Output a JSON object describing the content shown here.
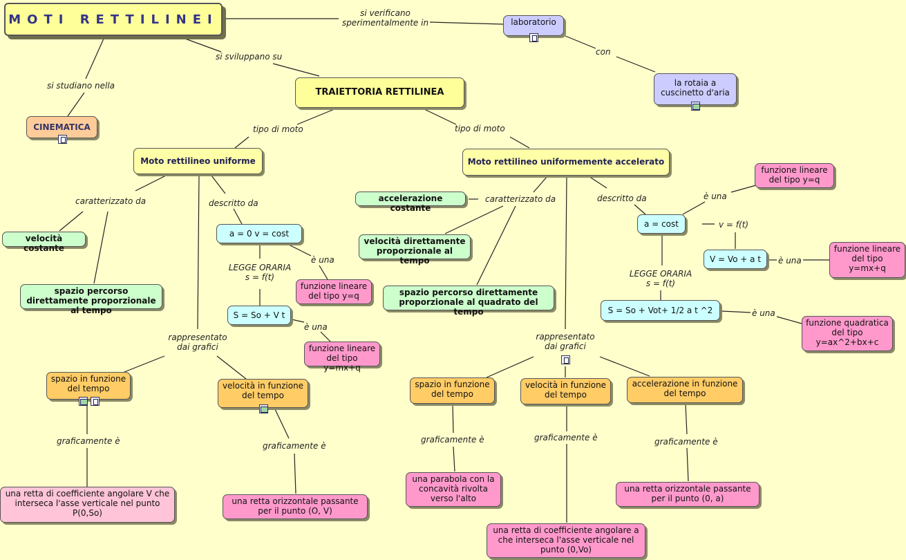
{
  "title": "MOTI RETTILINEI",
  "nodes": {
    "laboratorio": "laboratorio",
    "rotaia": "la rotaia a cuscinetto d'aria",
    "traiettoria": "TRAIETTORIA RETTILINEA",
    "cinematica": "CINEMATICA",
    "mru": "Moto rettilineo uniforme",
    "mrua": "Moto rettilineo uniformemente accelerato",
    "velocita_costante": "velocità costante",
    "spazio_prop": "spazio percorso direttamente proporzionale al tempo",
    "a0": "a = 0      v = cost",
    "flin_q1": "funzione lineare del tipo y=q",
    "s_so": "S = So + V t",
    "flin_mxq1": "funzione lineare del tipo y=mx+q",
    "spazio_tempo1": "spazio in funzione del tempo",
    "vel_tempo1": "velocità in funzione del tempo",
    "retta_coeff_v": "una retta di coefficiente angolare V che interseca l'asse verticale nel punto P(0,So)",
    "retta_orizz_v": "una retta orizzontale passante per il punto (O, V)",
    "acc_costante": "accelerazione costante",
    "vel_prop": "velocità direttamente proporzionale al tempo",
    "spazio_quad": "spazio percorso direttamente proporzionale al quadrato del tempo",
    "a_cost": "a = cost",
    "flin_q2": "funzione lineare del tipo y=q",
    "v_vo": "V = Vo + a t",
    "flin_mxq2": "funzione lineare del tipo y=mx+q",
    "s_so2": "S = So + Vot+ 1/2 a t ^2",
    "fquad": "funzione quadratica del tipo y=ax^2+bx+c",
    "spazio_tempo2": "spazio in funzione del tempo",
    "vel_tempo2": "velocità in funzione del tempo",
    "acc_tempo2": "accelerazione in funzione del tempo",
    "parabola": "una parabola con la concavità rivolta verso l'alto",
    "retta_coeff_a": "una retta di coefficiente angolare a che interseca l'asse verticale nel punto (0,Vo)",
    "retta_orizz_a": "una retta orizzontale passante per il punto (0, a)"
  },
  "labels": {
    "si_verificano": "si verificano sperimentalmente in",
    "con": "con",
    "si_sviluppano": "si sviluppano su",
    "si_studiano": "si studiano nella",
    "tipo_moto1": "tipo di moto",
    "tipo_moto2": "tipo di moto",
    "caratterizzato1": "caratterizzato da",
    "descritto1": "descritto da",
    "e_una1": "è una",
    "legge1": "LEGGE ORARIA s = f(t)",
    "e_una2": "è una",
    "rappresentato1": "rappresentato dai grafici",
    "graf1": "graficamente è",
    "graf2": "graficamente è",
    "caratterizzato2": "caratterizzato da",
    "descritto2": "descritto da",
    "e_una3": "è una",
    "v_ft": "v = f(t)",
    "e_una4": "è una",
    "legge2": "LEGGE ORARIA s = f(t)",
    "e_una5": "è una",
    "rappresentato2": "rappresentato dai grafici",
    "graf3": "graficamente è",
    "graf4": "graficamente è",
    "graf5": "graficamente è"
  },
  "colors": {
    "background": "#ffffcc",
    "title_text": "#333388",
    "line": "#222222"
  }
}
